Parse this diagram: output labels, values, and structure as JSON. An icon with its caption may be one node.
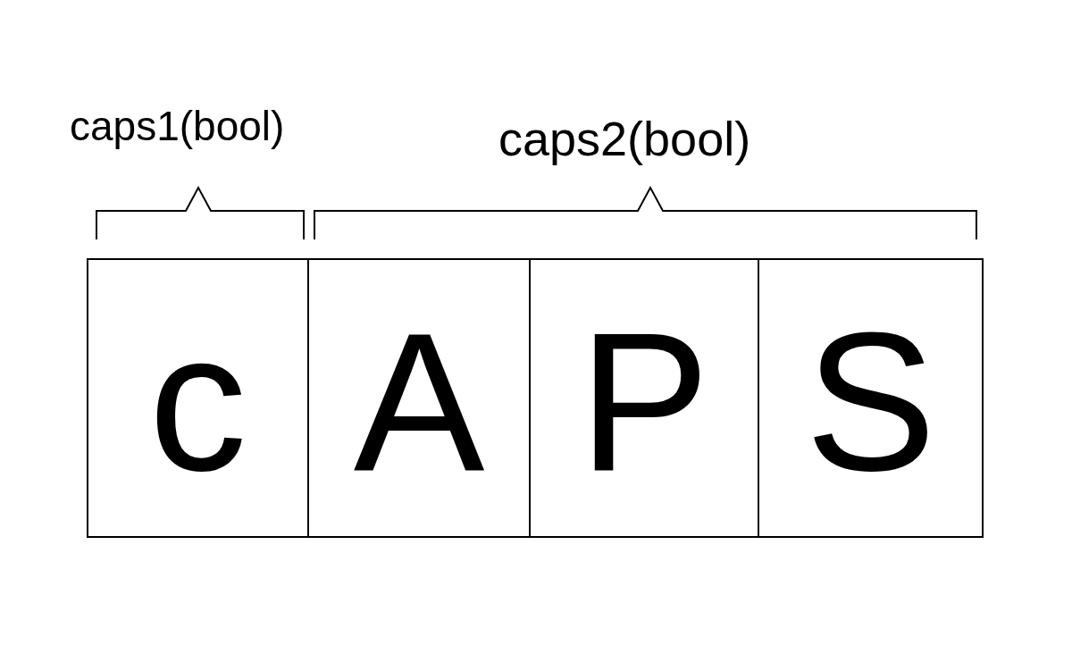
{
  "diagram": {
    "nodes": [
      {
        "text": [
          "c"
        ]
      },
      {
        "text": [
          "A"
        ]
      },
      {
        "text": [
          "P"
        ]
      },
      {
        "text": [
          "S"
        ]
      }
    ],
    "labels": [
      "caps1(bool)",
      "caps2(bool)"
    ]
  }
}
